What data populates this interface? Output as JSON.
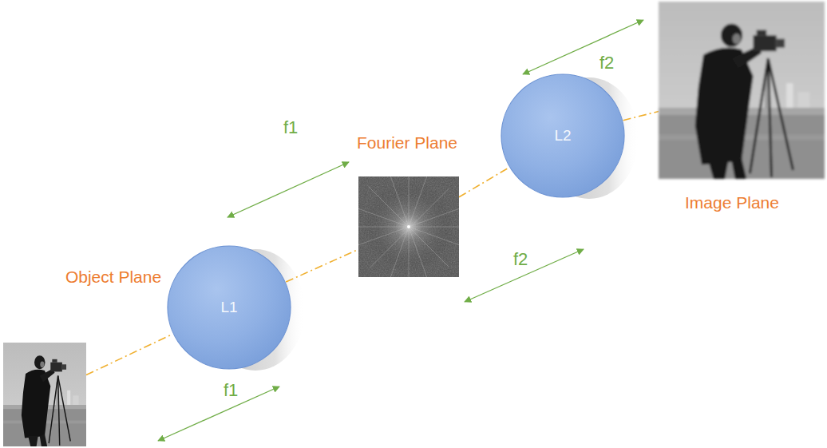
{
  "diagram": {
    "nodes": [
      {
        "text": [
          "Object Plane"
        ]
      },
      {
        "text": [
          "L1"
        ]
      },
      {
        "text": [
          "Fourier Plane"
        ]
      },
      {
        "text": [
          "L2"
        ]
      },
      {
        "text": [
          "Image Plane"
        ]
      }
    ],
    "edges": [
      {
        "from": 0,
        "to": 1,
        "arrow": "none"
      },
      {
        "from": 1,
        "to": 2,
        "arrow": "none"
      },
      {
        "from": 2,
        "to": 3,
        "arrow": "none"
      },
      {
        "from": 3,
        "to": 4,
        "arrow": "none"
      }
    ],
    "labels": [
      "f1",
      "f1",
      "f2",
      "f2"
    ]
  }
}
